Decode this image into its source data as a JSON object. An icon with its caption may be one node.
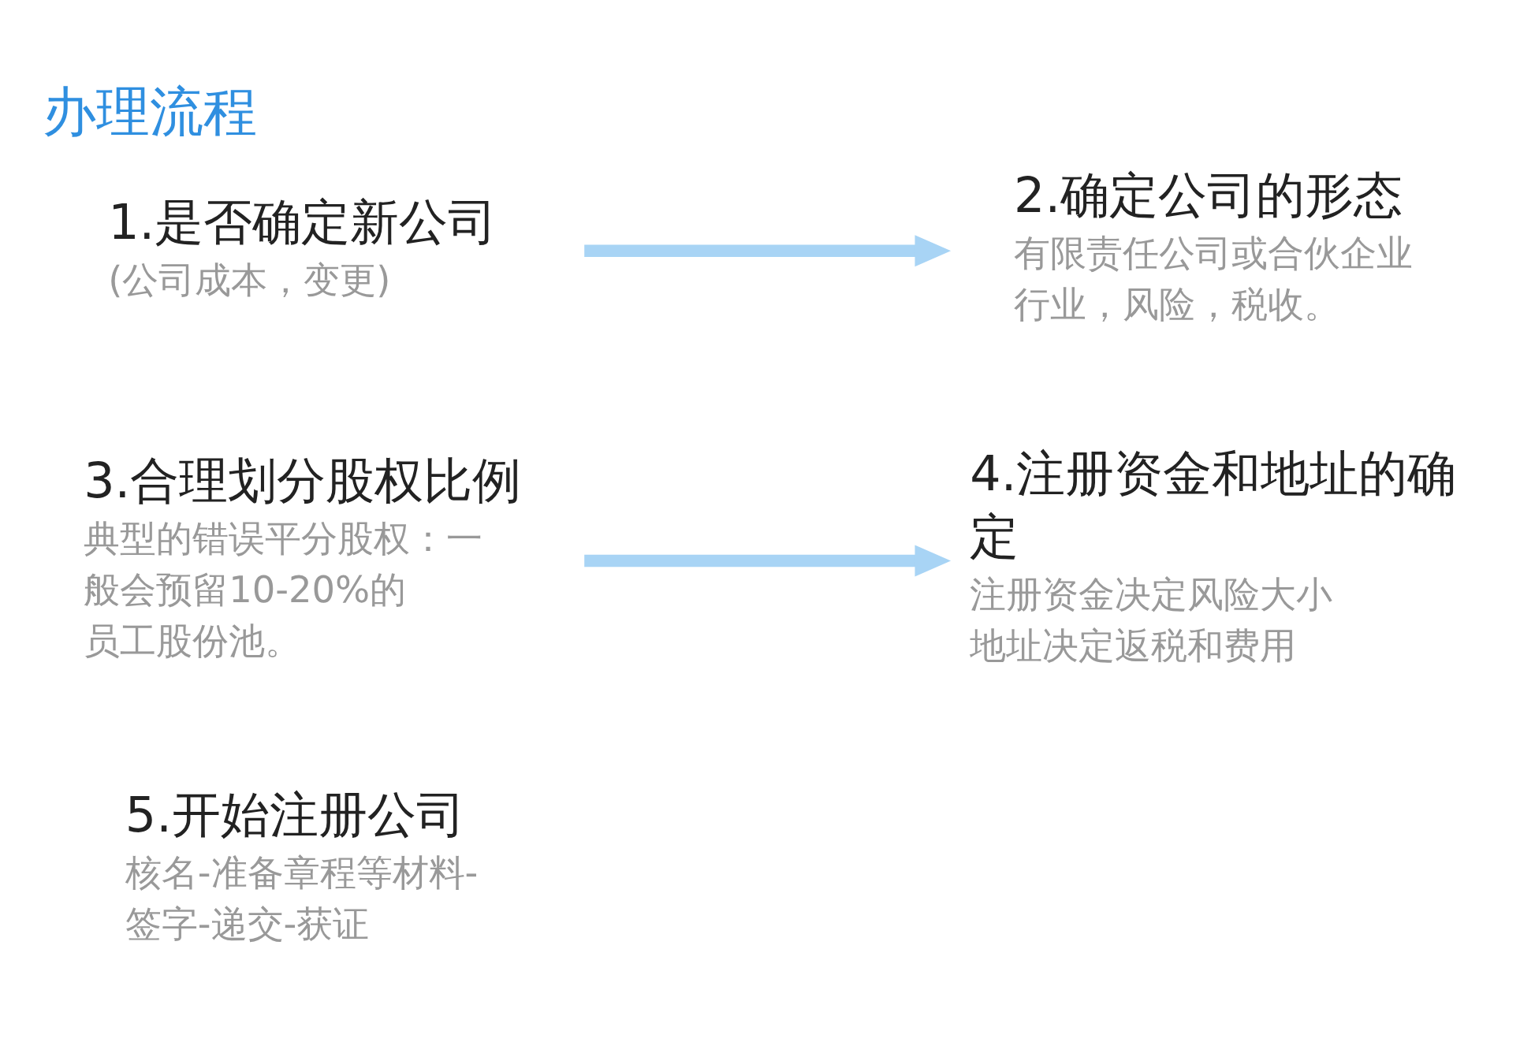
{
  "diagram": {
    "title": "办理流程",
    "nodes": [
      {
        "text": [
          "1.是否确定新公司",
          "(公司成本，变更)"
        ]
      },
      {
        "text": [
          "2.确定公司的形态",
          "有限责任公司或合伙企业行业，风险，税收。"
        ]
      },
      {
        "text": [
          "3.合理划分股权比例",
          "典型的错误平分股权：一般会预留10-20%的员工股份池。"
        ]
      },
      {
        "text": [
          "4.注册资金和地址的确定",
          "注册资金决定风险大小",
          "地址决定返税和费用"
        ]
      },
      {
        "text": [
          "5.开始注册公司",
          "核名-准备章程等材料-签字-递交-获证"
        ]
      }
    ],
    "edges": [
      {
        "from": 0,
        "to": 1,
        "arrow": "to"
      },
      {
        "from": 2,
        "to": 3,
        "arrow": "to"
      }
    ]
  }
}
